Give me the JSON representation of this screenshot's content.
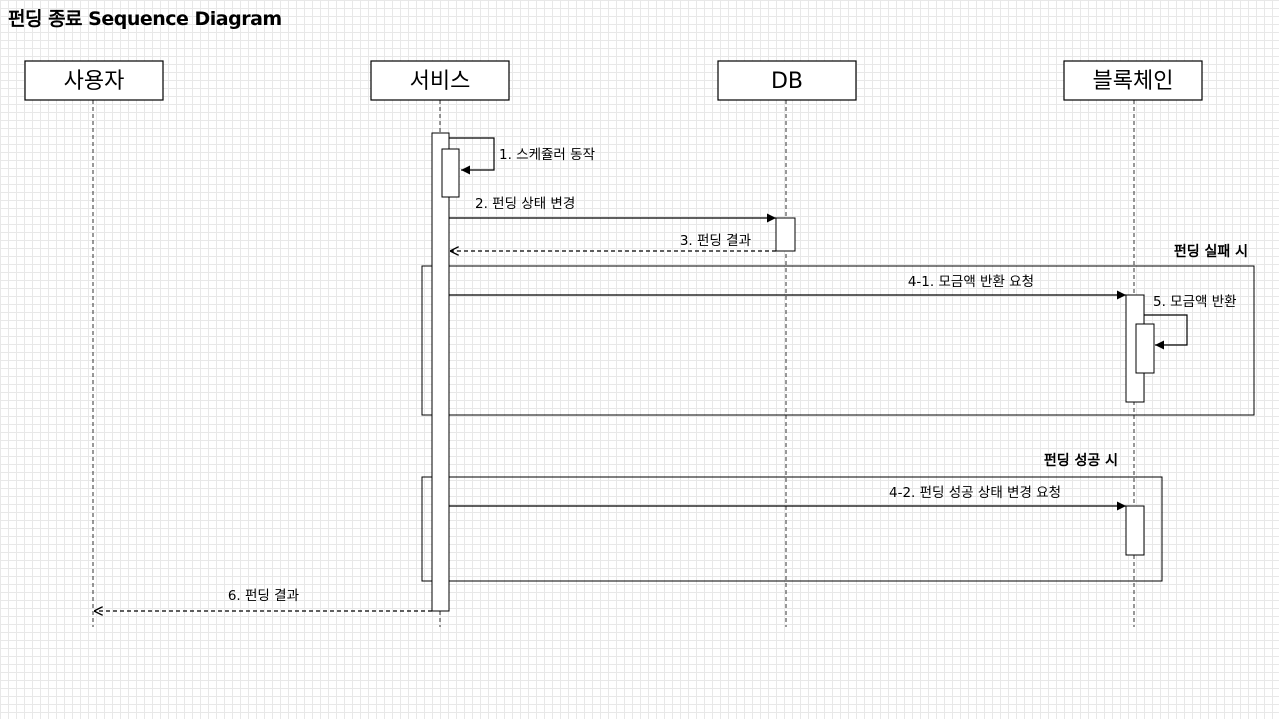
{
  "title": "펀딩 종료 Sequence Diagram",
  "actors": {
    "user": "사용자",
    "service": "서비스",
    "db": "DB",
    "blockchain": "블록체인"
  },
  "messages": {
    "m1": "1. 스케쥴러 동작",
    "m2": "2. 펀딩 상태 변경",
    "m3": "3. 펀딩 결과",
    "m4_1": "4-1. 모금액 반환 요청",
    "m5": "5. 모금액 반환",
    "m4_2": "4-2. 펀딩 성공 상태 변경 요청",
    "m6": "6. 펀딩 결과"
  },
  "frames": {
    "fail": "펀딩 실패 시",
    "success": "펀딩 성공 시"
  }
}
